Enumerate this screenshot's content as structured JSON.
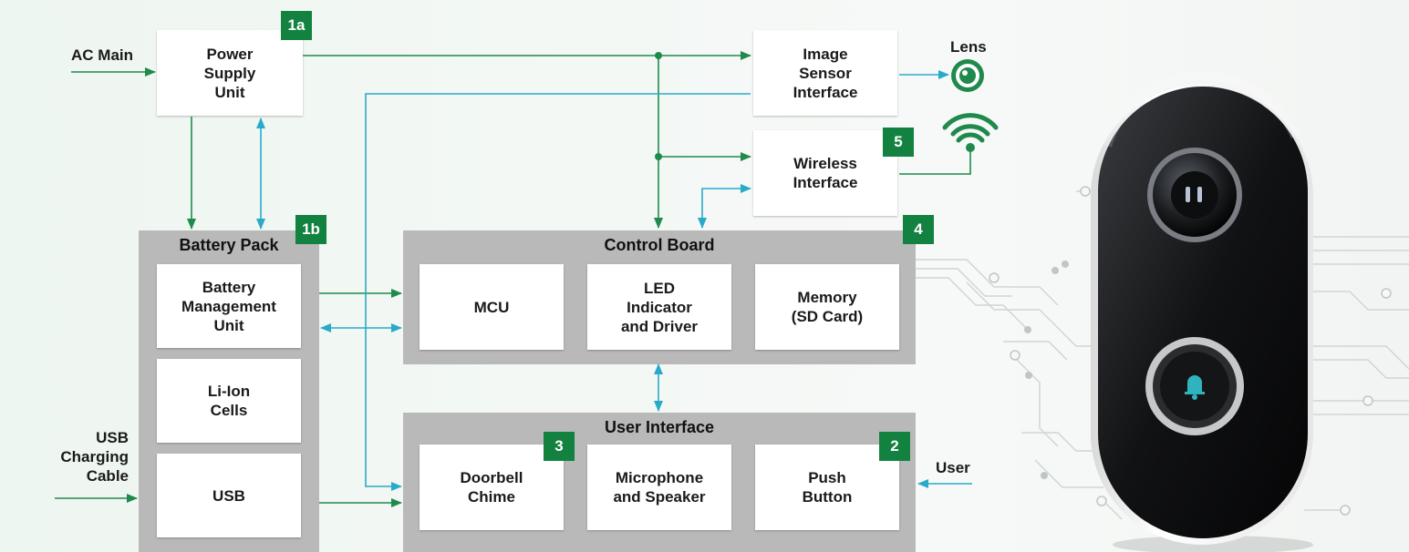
{
  "colors": {
    "power_arrow": "#1f8a4c",
    "data_arrow": "#2aaac9",
    "badge": "#13813f",
    "panel": "#b9b9b9"
  },
  "inputs": {
    "ac_main": "AC Main",
    "usb_cable": "USB\nCharging\nCable",
    "user": "User",
    "lens": "Lens"
  },
  "blocks": {
    "power_supply": "Power\nSupply\nUnit",
    "image_sensor": "Image\nSensor\nInterface",
    "wireless": "Wireless\nInterface",
    "battery_pack": {
      "title": "Battery Pack",
      "bmu": "Battery\nManagement\nUnit",
      "cells": "Li-Ion\nCells",
      "usb": "USB"
    },
    "control_board": {
      "title": "Control Board",
      "mcu": "MCU",
      "led": "LED\nIndicator\nand Driver",
      "memory": "Memory\n(SD Card)"
    },
    "user_interface": {
      "title": "User Interface",
      "chime": "Doorbell\nChime",
      "mic": "Microphone\nand Speaker",
      "button": "Push\nButton"
    }
  },
  "badges": {
    "b1a": "1a",
    "b1b": "1b",
    "b2": "2",
    "b3": "3",
    "b4": "4",
    "b5": "5"
  },
  "icons": [
    "lens-icon",
    "wifi-icon",
    "doorbell-device-icon",
    "bell-icon",
    "circuit-traces-icon"
  ]
}
